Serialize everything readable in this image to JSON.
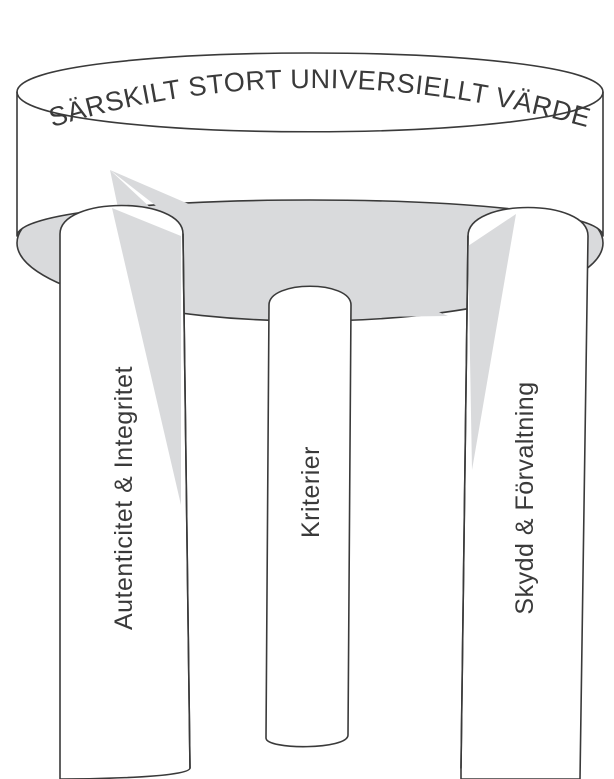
{
  "roof": {
    "label": "SÄRSKILT STORT UNIVERSIELLT VÄRDE"
  },
  "pillars": {
    "left": {
      "label": "Autenticitet & Integritet"
    },
    "center": {
      "label": "Kriterier"
    },
    "right": {
      "label": "Skydd & Förvaltning"
    }
  },
  "colors": {
    "outline": "#3a3a3a",
    "shade": "#d9dadc",
    "fill": "#ffffff"
  }
}
